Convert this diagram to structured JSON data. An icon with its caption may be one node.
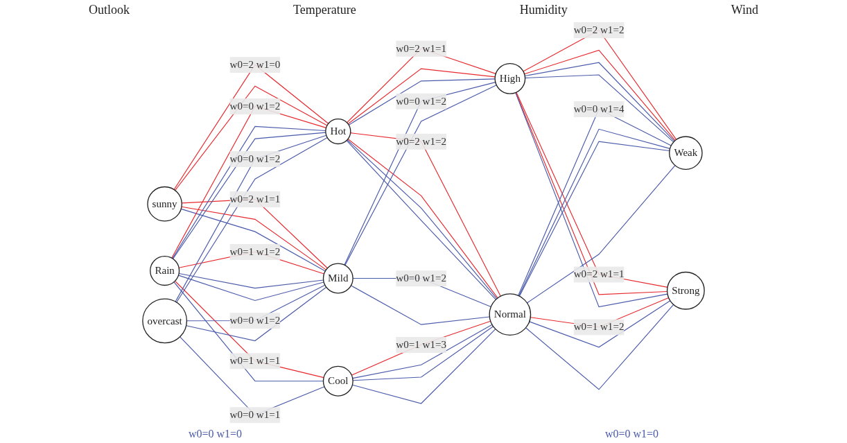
{
  "diagram": {
    "nodes": [
      {
        "text": [
          "sunny"
        ]
      },
      {
        "text": [
          "Rain"
        ]
      },
      {
        "text": [
          "overcast"
        ]
      },
      {
        "text": [
          "Hot"
        ]
      },
      {
        "text": [
          "Mild"
        ]
      },
      {
        "text": [
          "Cool"
        ]
      },
      {
        "text": [
          "High"
        ]
      },
      {
        "text": [
          "Normal"
        ]
      },
      {
        "text": [
          "Weak"
        ]
      },
      {
        "text": [
          "Strong"
        ]
      }
    ],
    "edges": [
      {
        "from": 0,
        "to": 3,
        "arrow": "none",
        "color": "#e8282d",
        "label": "w0=2 w1=0"
      },
      {
        "from": 0,
        "to": 3,
        "arrow": "none",
        "color": "#e8282d"
      },
      {
        "from": 0,
        "to": 4,
        "arrow": "none",
        "color": "#e8282d",
        "label": "w0=2 w1=1"
      },
      {
        "from": 0,
        "to": 4,
        "arrow": "none",
        "color": "#e8282d"
      },
      {
        "from": 0,
        "to": 4,
        "arrow": "none"
      },
      {
        "from": 1,
        "to": 3,
        "arrow": "none",
        "color": "#e8282d",
        "label": "w0=0 w1=2"
      },
      {
        "from": 1,
        "to": 3,
        "arrow": "none"
      },
      {
        "from": 1,
        "to": 3,
        "arrow": "none"
      },
      {
        "from": 1,
        "to": 4,
        "arrow": "none",
        "color": "#e8282d",
        "label": "w0=1 w1=2"
      },
      {
        "from": 1,
        "to": 4,
        "arrow": "none"
      },
      {
        "from": 1,
        "to": 4,
        "arrow": "none"
      },
      {
        "from": 1,
        "to": 5,
        "arrow": "none",
        "color": "#e8282d",
        "label": "w0=1 w1=1"
      },
      {
        "from": 1,
        "to": 5,
        "arrow": "none"
      },
      {
        "from": 2,
        "to": 3,
        "arrow": "none",
        "label": "w0=0 w1=2"
      },
      {
        "from": 2,
        "to": 3,
        "arrow": "none"
      },
      {
        "from": 2,
        "to": 4,
        "arrow": "none",
        "label": "w0=0 w1=2"
      },
      {
        "from": 2,
        "to": 4,
        "arrow": "none"
      },
      {
        "from": 2,
        "to": 5,
        "arrow": "none",
        "label": "w0=0 w1=1"
      },
      {
        "from": 3,
        "to": 6,
        "arrow": "none",
        "color": "#e8282d",
        "label": "w0=2 w1=1"
      },
      {
        "from": 3,
        "to": 6,
        "arrow": "none",
        "color": "#e8282d"
      },
      {
        "from": 3,
        "to": 6,
        "arrow": "none"
      },
      {
        "from": 3,
        "to": 7,
        "arrow": "none",
        "color": "#e8282d",
        "label": "w0=2 w1=2"
      },
      {
        "from": 3,
        "to": 7,
        "arrow": "none",
        "color": "#e8282d"
      },
      {
        "from": 3,
        "to": 7,
        "arrow": "none"
      },
      {
        "from": 3,
        "to": 7,
        "arrow": "none"
      },
      {
        "from": 4,
        "to": 6,
        "arrow": "none",
        "label": "w0=0 w1=2"
      },
      {
        "from": 4,
        "to": 6,
        "arrow": "none"
      },
      {
        "from": 4,
        "to": 7,
        "arrow": "none",
        "label": "w0=0 w1=2"
      },
      {
        "from": 4,
        "to": 7,
        "arrow": "none"
      },
      {
        "from": 5,
        "to": 7,
        "arrow": "none",
        "color": "#e8282d",
        "label": "w0=1 w1=3"
      },
      {
        "from": 5,
        "to": 7,
        "arrow": "none"
      },
      {
        "from": 5,
        "to": 7,
        "arrow": "none"
      },
      {
        "from": 5,
        "to": 7,
        "arrow": "none"
      },
      {
        "from": 6,
        "to": 8,
        "arrow": "none",
        "color": "#e8282d",
        "label": "w0=2 w1=2"
      },
      {
        "from": 6,
        "to": 8,
        "arrow": "none",
        "color": "#e8282d"
      },
      {
        "from": 6,
        "to": 8,
        "arrow": "none"
      },
      {
        "from": 6,
        "to": 8,
        "arrow": "none"
      },
      {
        "from": 6,
        "to": 9,
        "arrow": "none",
        "color": "#e8282d",
        "label": "w0=2 w1=1"
      },
      {
        "from": 6,
        "to": 9,
        "arrow": "none",
        "color": "#e8282d"
      },
      {
        "from": 6,
        "to": 9,
        "arrow": "none"
      },
      {
        "from": 7,
        "to": 8,
        "arrow": "none",
        "label": "w0=0 w1=4"
      },
      {
        "from": 7,
        "to": 8,
        "arrow": "none"
      },
      {
        "from": 7,
        "to": 8,
        "arrow": "none"
      },
      {
        "from": 7,
        "to": 8,
        "arrow": "none"
      },
      {
        "from": 7,
        "to": 9,
        "arrow": "none",
        "color": "#e8282d",
        "label": "w0=1 w1=2"
      },
      {
        "from": 7,
        "to": 9,
        "arrow": "none"
      },
      {
        "from": 7,
        "to": 9,
        "arrow": "none"
      }
    ],
    "labels": [
      "Outlook",
      "Temperature",
      "Humidity",
      "Wind",
      "w0=0 w1=0",
      "w0=0 w1=0"
    ]
  }
}
